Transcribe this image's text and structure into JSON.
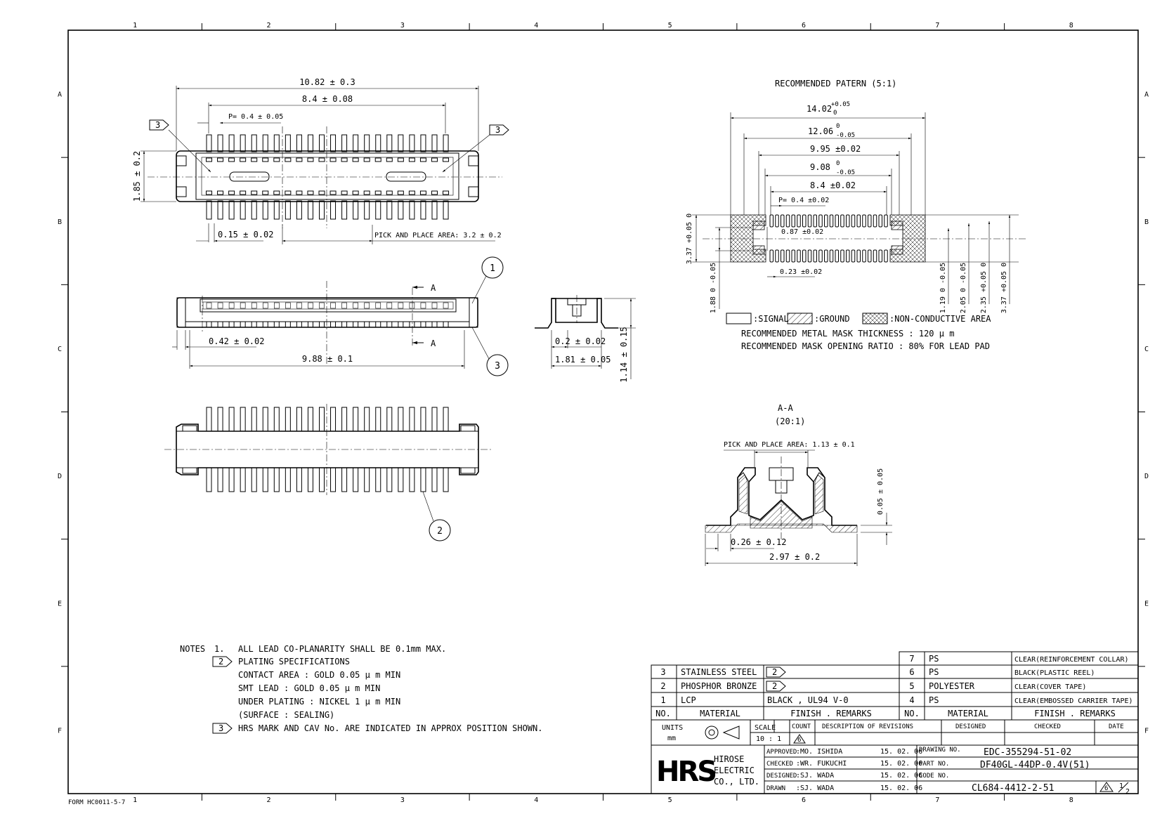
{
  "frame": {
    "cols_top": [
      "1",
      "2",
      "3",
      "4",
      "5",
      "6",
      "7",
      "8"
    ],
    "rows_side": [
      "A",
      "B",
      "C",
      "D",
      "E",
      "F"
    ],
    "form_no": "FORM HC0011-5-7"
  },
  "top_view": {
    "dim_overall": "10.82 ± 0.3",
    "dim_pitch_span": "8.4 ± 0.08",
    "dim_pitch": "P= 0.4 ± 0.05",
    "dim_height": "1.85 ± 0.2",
    "dim_lead_width": "0.15 ± 0.02",
    "dim_pick_area": "PICK AND PLACE AREA: 3.2 ± 0.2",
    "mark": "3"
  },
  "side_view": {
    "dim_post": "0.42 ± 0.02",
    "dim_length": "9.88 ± 0.1",
    "section_mark": "A",
    "balloon_1": "1",
    "balloon_3": "3"
  },
  "end_view": {
    "dim_a": "0.2 ± 0.02",
    "dim_b": "1.81 ± 0.05",
    "dim_h": "1.14 ± 0.15"
  },
  "bottom_view": {
    "balloon_2": "2"
  },
  "pattern": {
    "title": "RECOMMENDED PATERN (5:1)",
    "d1": "14.02",
    "d1_tol_up": "+0.05",
    "d1_tol_dn": "0",
    "d2": "12.06",
    "d2_tol_up": "0",
    "d2_tol_dn": "-0.05",
    "d3": "9.95 ±0.02",
    "d4": "9.08",
    "d4_tol_up": "0",
    "d4_tol_dn": "-0.05",
    "d5": "8.4 ±0.02",
    "d6": "P= 0.4 ±0.02",
    "d7": "0.87 ±0.02",
    "d8": "0.23 ±0.02",
    "v1": "3.37 +0.05 0",
    "v2": "1.88 0 -0.05",
    "v3": "1.19 0 -0.05",
    "v4": "2.05 0 -0.05",
    "v5": "2.35 +0.05 0",
    "v6": "3.37 +0.05 0",
    "legend_signal": ":SIGNAL",
    "legend_ground": ":GROUND",
    "legend_nc": ":NON-CONDUCTIVE AREA",
    "mask_thickness": "RECOMMENDED METAL MASK THICKNESS : 120 μ m",
    "mask_ratio": "RECOMMENDED MASK OPENING RATIO   : 80% FOR LEAD PAD"
  },
  "section": {
    "title": "A-A",
    "scale": "(20:1)",
    "pick_area": "PICK AND PLACE AREA: 1.13 ± 0.1",
    "dim_v": "0.05 ± 0.05",
    "dim_a": "0.26 ± 0.12",
    "dim_b": "2.97 ± 0.2"
  },
  "notes": {
    "heading": "NOTES",
    "n1_no": "1.",
    "n1": "ALL LEAD CO-PLANARITY SHALL BE 0.1mm MAX.",
    "n2_mark": "2",
    "n2": "PLATING SPECIFICATIONS",
    "n2a": "CONTACT AREA   : GOLD 0.05 μ m MIN",
    "n2b": "SMT LEAD       : GOLD 0.05 μ m MIN",
    "n2c": "UNDER PLATING  : NICKEL 1 μ m  MIN",
    "n2d": "(SURFACE       : SEALING)",
    "n3_mark": "3",
    "n3": "HRS MARK AND CAV No. ARE INDICATED IN APPROX POSITION SHOWN."
  },
  "bom_left": [
    {
      "no": "3",
      "material": "STAINLESS STEEL",
      "finish": "2"
    },
    {
      "no": "2",
      "material": "PHOSPHOR BRONZE",
      "finish": "2"
    },
    {
      "no": "1",
      "material": "LCP",
      "finish": "BLACK , UL94 V-0"
    }
  ],
  "bom_right": [
    {
      "no": "7",
      "material": "PS",
      "finish": "CLEAR(REINFORCEMENT COLLAR)"
    },
    {
      "no": "6",
      "material": "PS",
      "finish": "BLACK(PLASTIC REEL)"
    },
    {
      "no": "5",
      "material": "POLYESTER",
      "finish": "CLEAR(COVER TAPE)"
    },
    {
      "no": "4",
      "material": "PS",
      "finish": "CLEAR(EMBOSSED CARRIER TAPE)"
    }
  ],
  "bom_headers": {
    "no": "NO.",
    "material": "MATERIAL",
    "finish": "FINISH . REMARKS"
  },
  "title_block": {
    "units_label": "UNITS",
    "units": "mm",
    "scale_label": "SCALE",
    "scale": "10 : 1",
    "count": "COUNT",
    "desc_rev": "DESCRIPTION OF REVISIONS",
    "designed": "DESIGNED",
    "checked": "CHECKED",
    "date": "DATE",
    "rev_mark": "6",
    "company_logo": "HRS",
    "company_name_1": "HIROSE",
    "company_name_2": "ELECTRIC",
    "company_name_3": "CO., LTD.",
    "approved_label": "APPROVED",
    "approved": ":MO. ISHIDA",
    "approved_date": "15. 02. 06",
    "checked_label": "CHECKED",
    "checked_by": ":WR. FUKUCHI",
    "checked_date": "15. 02. 06",
    "designed_label": "DESIGNED",
    "designed_by": ":SJ. WADA",
    "designed_date": "15. 02. 06",
    "drawn_label": "DRAWN",
    "drawn_by": ":SJ. WADA",
    "drawn_date": "15. 02. 06",
    "drawing_no_label": "DRAWING NO.",
    "drawing_no": "EDC-355294-51-02",
    "part_no_label": "PART NO.",
    "part_no": "DF40GL-44DP-0.4V(51)",
    "code_no_label": "CODE NO.",
    "code_no": "CL684-4412-2-51",
    "sheet_rev": "6",
    "sheet_num": "1",
    "sheet_den": "2"
  }
}
